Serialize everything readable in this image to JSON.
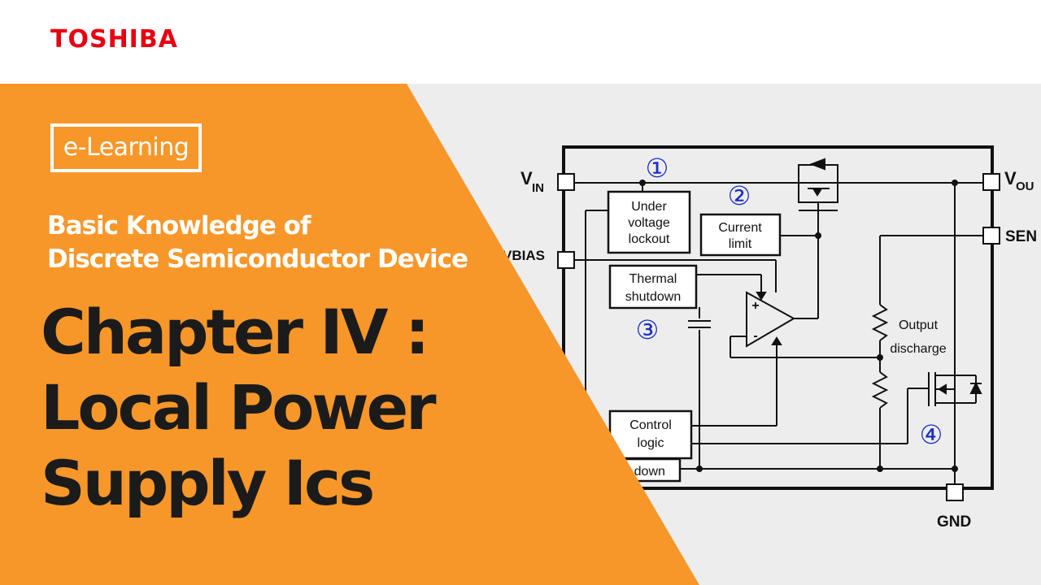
{
  "brand": {
    "logo_text": "TOSHIBA",
    "logo_color": "#e60012"
  },
  "banner": {
    "badge": "e-Learning",
    "subtitle_line1": "Basic Knowledge of",
    "subtitle_line2": "Discrete Semiconductor Device",
    "title_line1": "Chapter IV :",
    "title_line2": "Local Power",
    "title_line3": "Supply Ics",
    "accent_color": "#f7972a"
  },
  "diagram": {
    "pins": {
      "vin_main": "V",
      "vin_sub": "IN",
      "vout_main": "V",
      "vout_sub": "OU",
      "sense": "SEN",
      "vbias": "VBIAS",
      "gnd": "GND"
    },
    "blocks": {
      "uvlo_1": "Under",
      "uvlo_2": "voltage",
      "uvlo_3": "lockout",
      "current_1": "Current",
      "current_2": "limit",
      "thermal_1": "Thermal",
      "thermal_2": "shutdown",
      "control_1": "Control",
      "control_2": "logic",
      "pulldown": "ll down",
      "discharge_1": "Output",
      "discharge_2": "discharge",
      "opamp_plus": "+",
      "opamp_minus": "-"
    },
    "markers": {
      "m1": "①",
      "m2": "②",
      "m3": "③",
      "m4": "④"
    }
  }
}
